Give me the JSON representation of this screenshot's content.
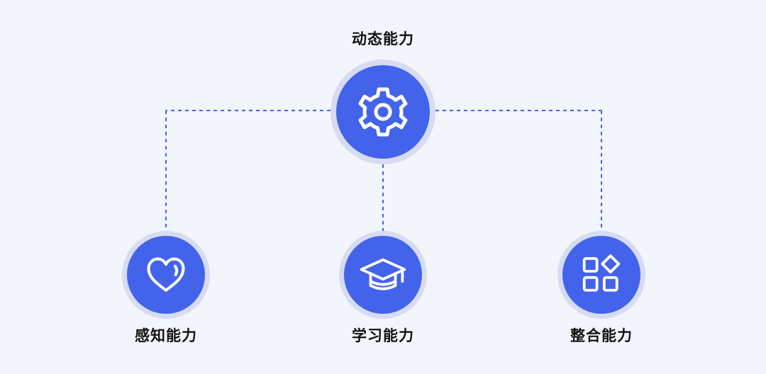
{
  "diagram": {
    "top": {
      "label": "动态能力",
      "icon": "gear-icon"
    },
    "children": [
      {
        "label": "感知能力",
        "icon": "heart-icon"
      },
      {
        "label": "学习能力",
        "icon": "graduation-cap-icon"
      },
      {
        "label": "整合能力",
        "icon": "blocks-icon"
      }
    ]
  },
  "colors": {
    "background": "#f2f5fb",
    "node_fill": "#4363ea",
    "node_ring": "#d7dcf3",
    "connector": "#4363ea",
    "icon_stroke": "#ffffff",
    "label_text": "#111111"
  }
}
